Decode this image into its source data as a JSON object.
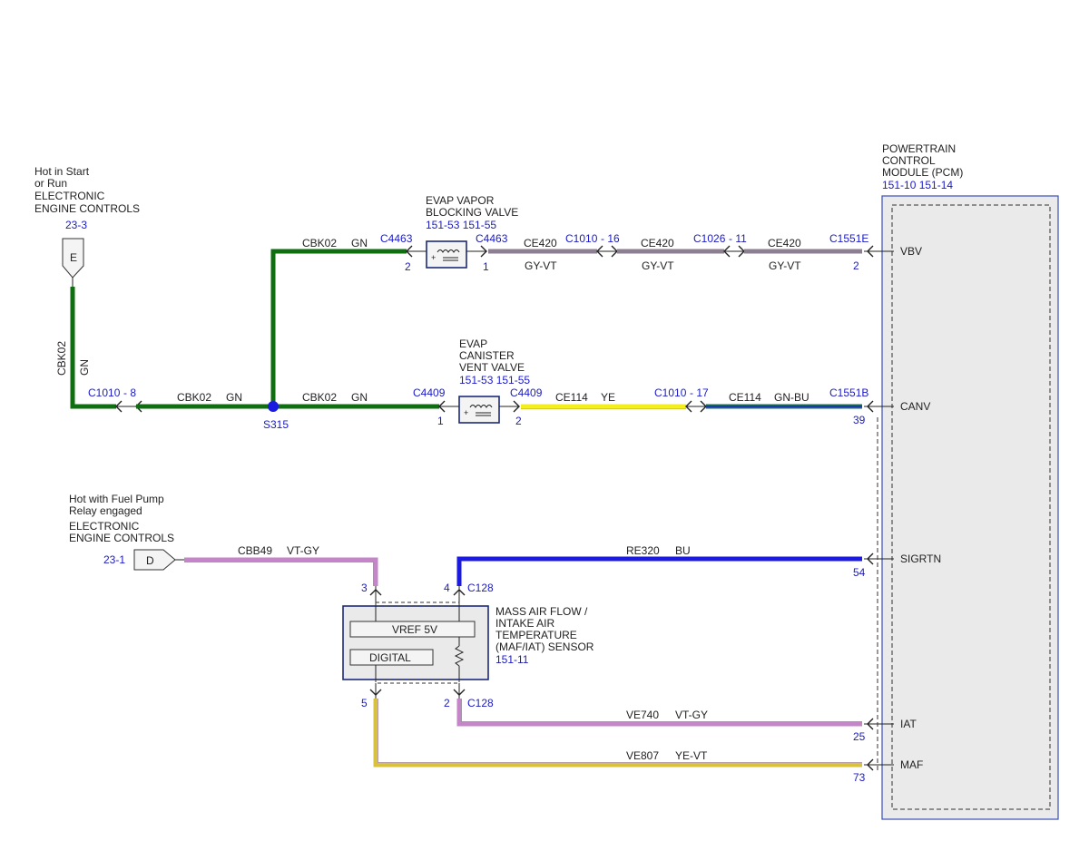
{
  "colors": {
    "gn": "#0e6e10",
    "gy_vt": "#8c7f92",
    "ye": "#f4ee1c",
    "gn_bu": "#1e6e5a",
    "vt_gy": "#c586c9",
    "bu": "#1a1ae0",
    "ye_vt": "#d8c13c",
    "module_border": "#3a4fb8",
    "label_blue": "#1a1ac8"
  },
  "pcm": {
    "title_lines": [
      "POWERTRAIN",
      "CONTROL",
      "MODULE (PCM)"
    ],
    "refs": "151-10  151-14",
    "pins": {
      "vbv": "VBV",
      "canv": "CANV",
      "sigrtn": "SIGRTN",
      "iat": "IAT",
      "maf": "MAF"
    }
  },
  "source_start_run": {
    "lines": [
      "Hot in Start",
      "or Run",
      "ELECTRONIC",
      "ENGINE CONTROLS"
    ],
    "ref": "23-3",
    "connector": "E"
  },
  "source_fuel_pump": {
    "lines": [
      "Hot with Fuel Pump",
      "Relay engaged",
      "ELECTRONIC",
      "ENGINE CONTROLS"
    ],
    "ref": "23-1",
    "connector": "D"
  },
  "evap_blocking": {
    "lines": [
      "EVAP VAPOR",
      "BLOCKING VALVE"
    ],
    "refs": "151-53  151-55"
  },
  "evap_canister": {
    "lines": [
      "EVAP",
      "CANISTER",
      "VENT VALVE"
    ],
    "refs": "151-53  151-55"
  },
  "maf_sensor": {
    "lines": [
      "MASS AIR FLOW /",
      "INTAKE AIR",
      "TEMPERATURE",
      "(MAF/IAT) SENSOR"
    ],
    "ref": "151-11",
    "vref": "VREF 5V",
    "digital": "DIGITAL"
  },
  "labels": {
    "cbk02": "CBK02",
    "gn": "GN",
    "c1010_8": "C1010",
    "pin_8": "- 8",
    "s315": "S315",
    "c4463_a": "C4463",
    "c4463_b": "C4463",
    "pin_2a": "2",
    "pin_1a": "1",
    "ce420": "CE420",
    "gy_vt": "GY-VT",
    "c1010_16": "C1010",
    "pin_16": "- 16",
    "c1026": "C1026",
    "pin_11": "- 11",
    "c1551e": "C1551E",
    "pin_2e": "2",
    "c4409_a": "C4409",
    "c4409_b": "C4409",
    "pin_1b": "1",
    "pin_2b": "2",
    "ce114": "CE114",
    "ye": "YE",
    "c1010_17": "C1010",
    "pin_17": "- 17",
    "gn_bu": "GN-BU",
    "c1551b": "C1551B",
    "pin_39": "39",
    "cbb49": "CBB49",
    "vt_gy": "VT-GY",
    "re320": "RE320",
    "bu": "BU",
    "pin_54": "54",
    "pin_3": "3",
    "pin_4": "4",
    "c128_a": "C128",
    "pin_5": "5",
    "pin_2c": "2",
    "c128_b": "C128",
    "ve740": "VE740",
    "pin_25": "25",
    "ve807": "VE807",
    "ye_vt": "YE-VT",
    "pin_73": "73"
  }
}
